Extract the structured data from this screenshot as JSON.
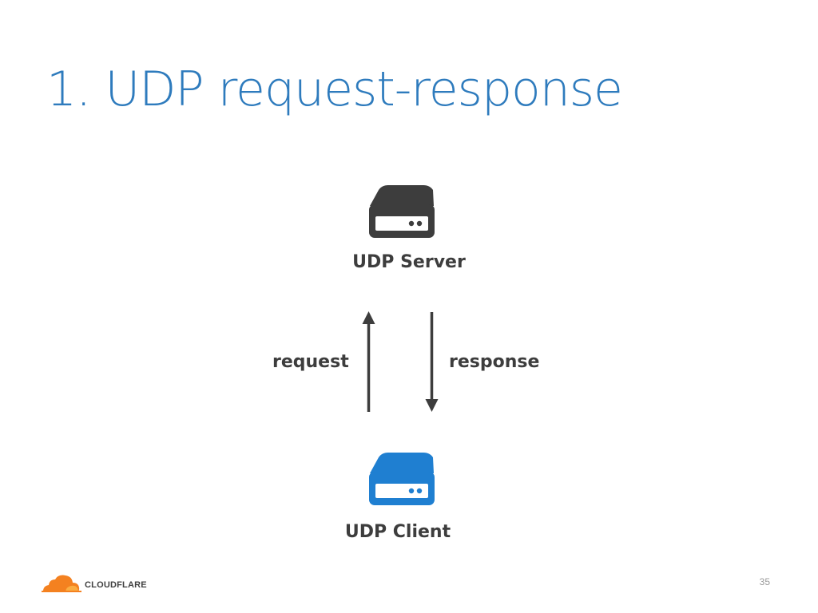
{
  "slide": {
    "title": "1. UDP request-response",
    "page_number": "35"
  },
  "diagram": {
    "server_label": "UDP Server",
    "client_label": "UDP Client",
    "request_label": "request",
    "response_label": "response",
    "server_icon": "server-drive-icon",
    "client_icon": "server-drive-icon",
    "server_color": "#3d3d3d",
    "client_color": "#1f7fd1"
  },
  "logo": {
    "text": "CLOUDFLARE",
    "icon": "cloud-logo-icon",
    "cloud_color": "#f48120"
  },
  "colors": {
    "title": "#2e7bbd",
    "text": "#3d3d3d"
  }
}
